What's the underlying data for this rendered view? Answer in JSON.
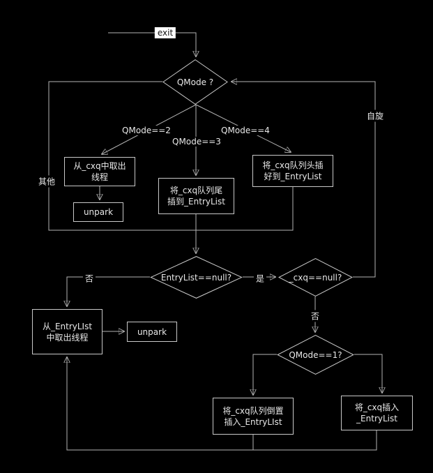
{
  "colors": {
    "background": "#000000",
    "line": "#b3b3b3",
    "node_border": "#c9c9c9",
    "node_fill": "#000000",
    "text": "#e8e8e8",
    "exit_label_bg": "#ffffff",
    "exit_label_text": "#111111"
  },
  "nodes": {
    "qmode": {
      "label": "QMode ?"
    },
    "take_cxq": {
      "line1": "从_cxq中取出",
      "line2": "线程"
    },
    "unpark1": {
      "label": "unpark"
    },
    "tail_insert": {
      "line1": "将_cxq队列尾",
      "line2": "插到_EntryList"
    },
    "head_insert": {
      "line1": "将_cxq队列头插",
      "line2": "好到_EntryList"
    },
    "entrylist_null": {
      "label": "EntryList==null?"
    },
    "cxq_null": {
      "label": "_cxq==null?"
    },
    "take_entrylist": {
      "line1": "从_EntryLIst",
      "line2": "中取出线程"
    },
    "unpark2": {
      "label": "unpark"
    },
    "qmode1": {
      "label": "QMode==1?"
    },
    "reverse_insert": {
      "line1": "将_cxq队列倒置",
      "line2": "插入_EntryLIst"
    },
    "insert_entrylist": {
      "line1": "将_cxq插入",
      "line2": "_EntryList"
    }
  },
  "edge_labels": {
    "exit": "exit",
    "qmode2": "QMode==2",
    "qmode3": "QMode==3",
    "qmode4": "QMode==4",
    "other": "其他",
    "spin": "自旋",
    "no_entrylist": "否",
    "yes_entrylist": "是",
    "no_cxq": "否"
  }
}
